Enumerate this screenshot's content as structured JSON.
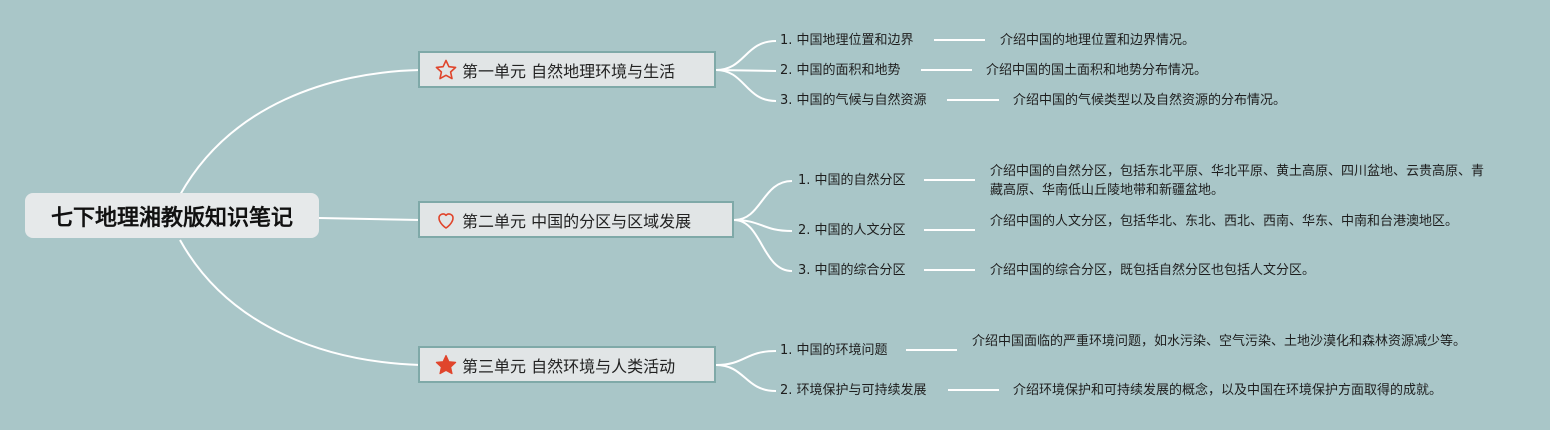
{
  "title": "七下地理湘教版知识笔记",
  "units": [
    {
      "label": "第一单元 自然地理环境与生活",
      "icon": "star-outline-icon",
      "topics": [
        {
          "label": "1. 中国地理位置和边界",
          "desc": "介绍中国的地理位置和边界情况。"
        },
        {
          "label": "2. 中国的面积和地势",
          "desc": "介绍中国的国土面积和地势分布情况。"
        },
        {
          "label": "3. 中国的气候与自然资源",
          "desc": "介绍中国的气候类型以及自然资源的分布情况。"
        }
      ]
    },
    {
      "label": "第二单元 中国的分区与区域发展",
      "icon": "heart-outline-icon",
      "topics": [
        {
          "label": "1. 中国的自然分区",
          "desc": "介绍中国的自然分区，包括东北平原、华北平原、黄土高原、四川盆地、云贵高原、青藏高原、华南低山丘陵地带和新疆盆地。"
        },
        {
          "label": "2. 中国的人文分区",
          "desc": "介绍中国的人文分区，包括华北、东北、西北、西南、华东、中南和台港澳地区。"
        },
        {
          "label": "3. 中国的综合分区",
          "desc": "介绍中国的综合分区，既包括自然分区也包括人文分区。"
        }
      ]
    },
    {
      "label": "第三单元 自然环境与人类活动",
      "icon": "star-filled-icon",
      "topics": [
        {
          "label": "1. 中国的环境问题",
          "desc": "介绍中国面临的严重环境问题，如水污染、空气污染、土地沙漠化和森林资源减少等。"
        },
        {
          "label": "2. 环境保护与可持续发展",
          "desc": "介绍环境保护和可持续发展的概念，以及中国在环境保护方面取得的成就。"
        }
      ]
    }
  ],
  "colors": {
    "background": "#a9c6c8",
    "connector": "#ffffff",
    "icon_accent": "#e0452c",
    "node_border": "#7fa9a8"
  }
}
